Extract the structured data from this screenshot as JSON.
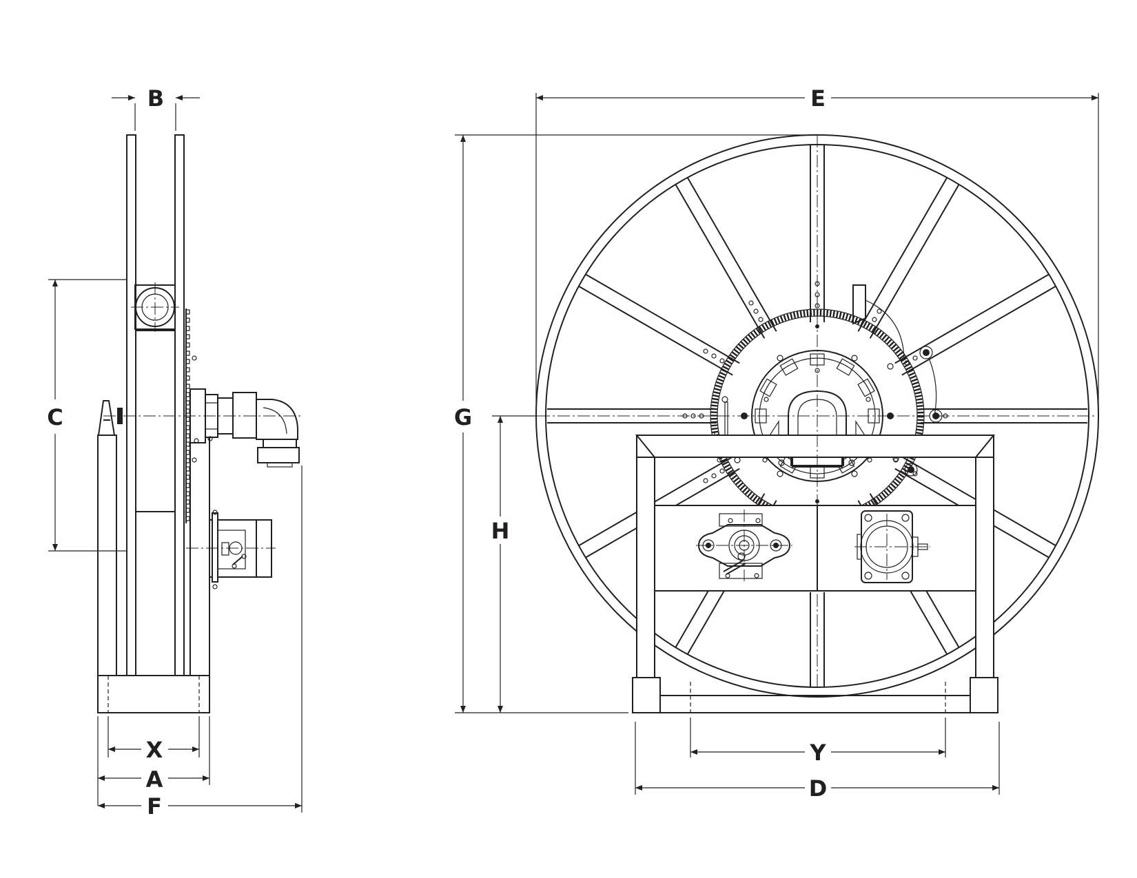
{
  "dimension_labels": {
    "A": "A",
    "B": "B",
    "C": "C",
    "D": "D",
    "E": "E",
    "F": "F",
    "G": "G",
    "H": "H",
    "X": "X",
    "Y": "Y"
  },
  "colors": {
    "line": "#231f20",
    "background": "#ffffff"
  }
}
